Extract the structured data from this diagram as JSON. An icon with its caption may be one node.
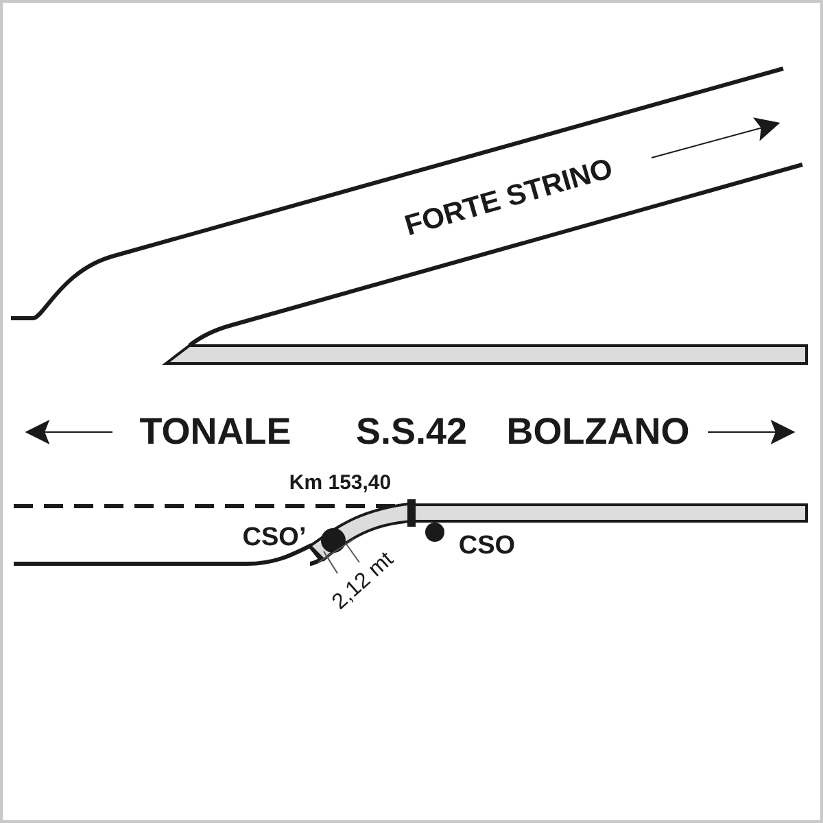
{
  "diagram": {
    "labels": [
      "FORTE STRINO",
      "TONALE",
      "S.S.42",
      "BOLZANO",
      "Km 153,40",
      "CSO’",
      "CSO",
      "2,12 mt"
    ]
  }
}
